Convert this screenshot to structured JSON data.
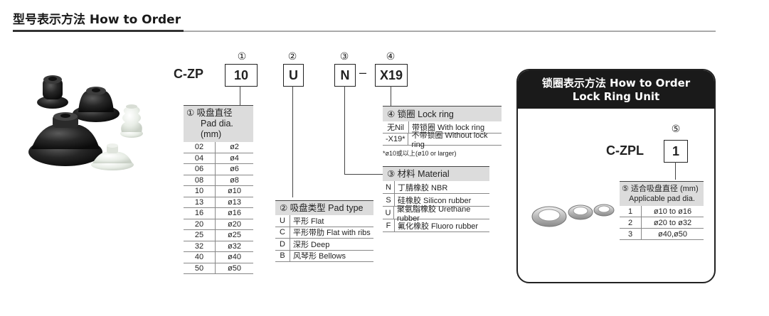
{
  "title": "型号表示方法 How to Order",
  "model_code": "C-ZP",
  "order_fields": [
    {
      "num": "①",
      "value": "10"
    },
    {
      "num": "②",
      "value": "U"
    },
    {
      "num": "③",
      "value": "N"
    },
    {
      "num": "④",
      "value": "X19"
    }
  ],
  "dash": "–",
  "pad_dia": {
    "header_line1": "① 吸盘直径",
    "header_line2": "Pad dia.(mm)",
    "rows": [
      {
        "code": "02",
        "value": "ø2"
      },
      {
        "code": "04",
        "value": "ø4"
      },
      {
        "code": "06",
        "value": "ø6"
      },
      {
        "code": "08",
        "value": "ø8"
      },
      {
        "code": "10",
        "value": "ø10"
      },
      {
        "code": "13",
        "value": "ø13"
      },
      {
        "code": "16",
        "value": "ø16"
      },
      {
        "code": "20",
        "value": "ø20"
      },
      {
        "code": "25",
        "value": "ø25"
      },
      {
        "code": "32",
        "value": "ø32"
      },
      {
        "code": "40",
        "value": "ø40"
      },
      {
        "code": "50",
        "value": "ø50"
      }
    ]
  },
  "pad_type": {
    "header": "② 吸盘类型 Pad type",
    "rows": [
      {
        "code": "U",
        "value": "平形 Flat"
      },
      {
        "code": "C",
        "value": "平形带肋 Flat with ribs"
      },
      {
        "code": "D",
        "value": "深形 Deep"
      },
      {
        "code": "B",
        "value": "风琴形 Bellows"
      }
    ]
  },
  "material": {
    "header": "③ 材料 Material",
    "rows": [
      {
        "code": "N",
        "value": "丁腈橡胶 NBR"
      },
      {
        "code": "S",
        "value": "硅橡胶 Silicon rubber"
      },
      {
        "code": "U",
        "value": "聚氨脂橡胶 Urethane rubber"
      },
      {
        "code": "F",
        "value": "氟化橡胶 Fluoro rubber"
      }
    ]
  },
  "lock_ring": {
    "header": "④ 锁圈 Lock ring",
    "rows": [
      {
        "code": "无Nil",
        "value": "带锁圈 With lock ring"
      },
      {
        "code": "-X19*",
        "value": "不带锁圈 Without lock ring"
      }
    ],
    "note": "*ø10或以上(ø10 or larger)"
  },
  "lock_unit": {
    "title_line1": "锁圈表示方法 How to Order",
    "title_line2": "Lock Ring Unit",
    "model_code": "C-ZPL",
    "num": "⑤",
    "value": "1",
    "header_line1": "⑤ 适合吸盘直径 (mm)",
    "header_line2": "Applicable pad dia.",
    "rows": [
      {
        "code": "1",
        "value": "ø10 to ø16"
      },
      {
        "code": "2",
        "value": "ø20 to ø32"
      },
      {
        "code": "3",
        "value": "ø40,ø50"
      }
    ]
  },
  "colors": {
    "pad_black": "#1c1c1c",
    "pad_clear": "#e6ebe4",
    "ring_metal": "#c8c8c8",
    "header_bg": "#dcdcdc"
  }
}
